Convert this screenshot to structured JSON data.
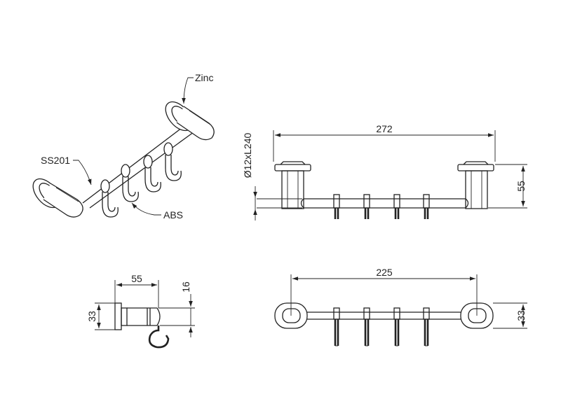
{
  "labels": {
    "zinc": "Zinc",
    "ss201": "SS201",
    "abs": "ABS",
    "rod_spec": "Ø12xL240"
  },
  "dimensions": {
    "front_length": "272",
    "front_height": "55",
    "side_depth": "55",
    "side_offset": "16",
    "side_height": "33",
    "top_length": "225",
    "top_height": "33"
  },
  "colors": {
    "line": "#222222",
    "background": "#ffffff"
  }
}
